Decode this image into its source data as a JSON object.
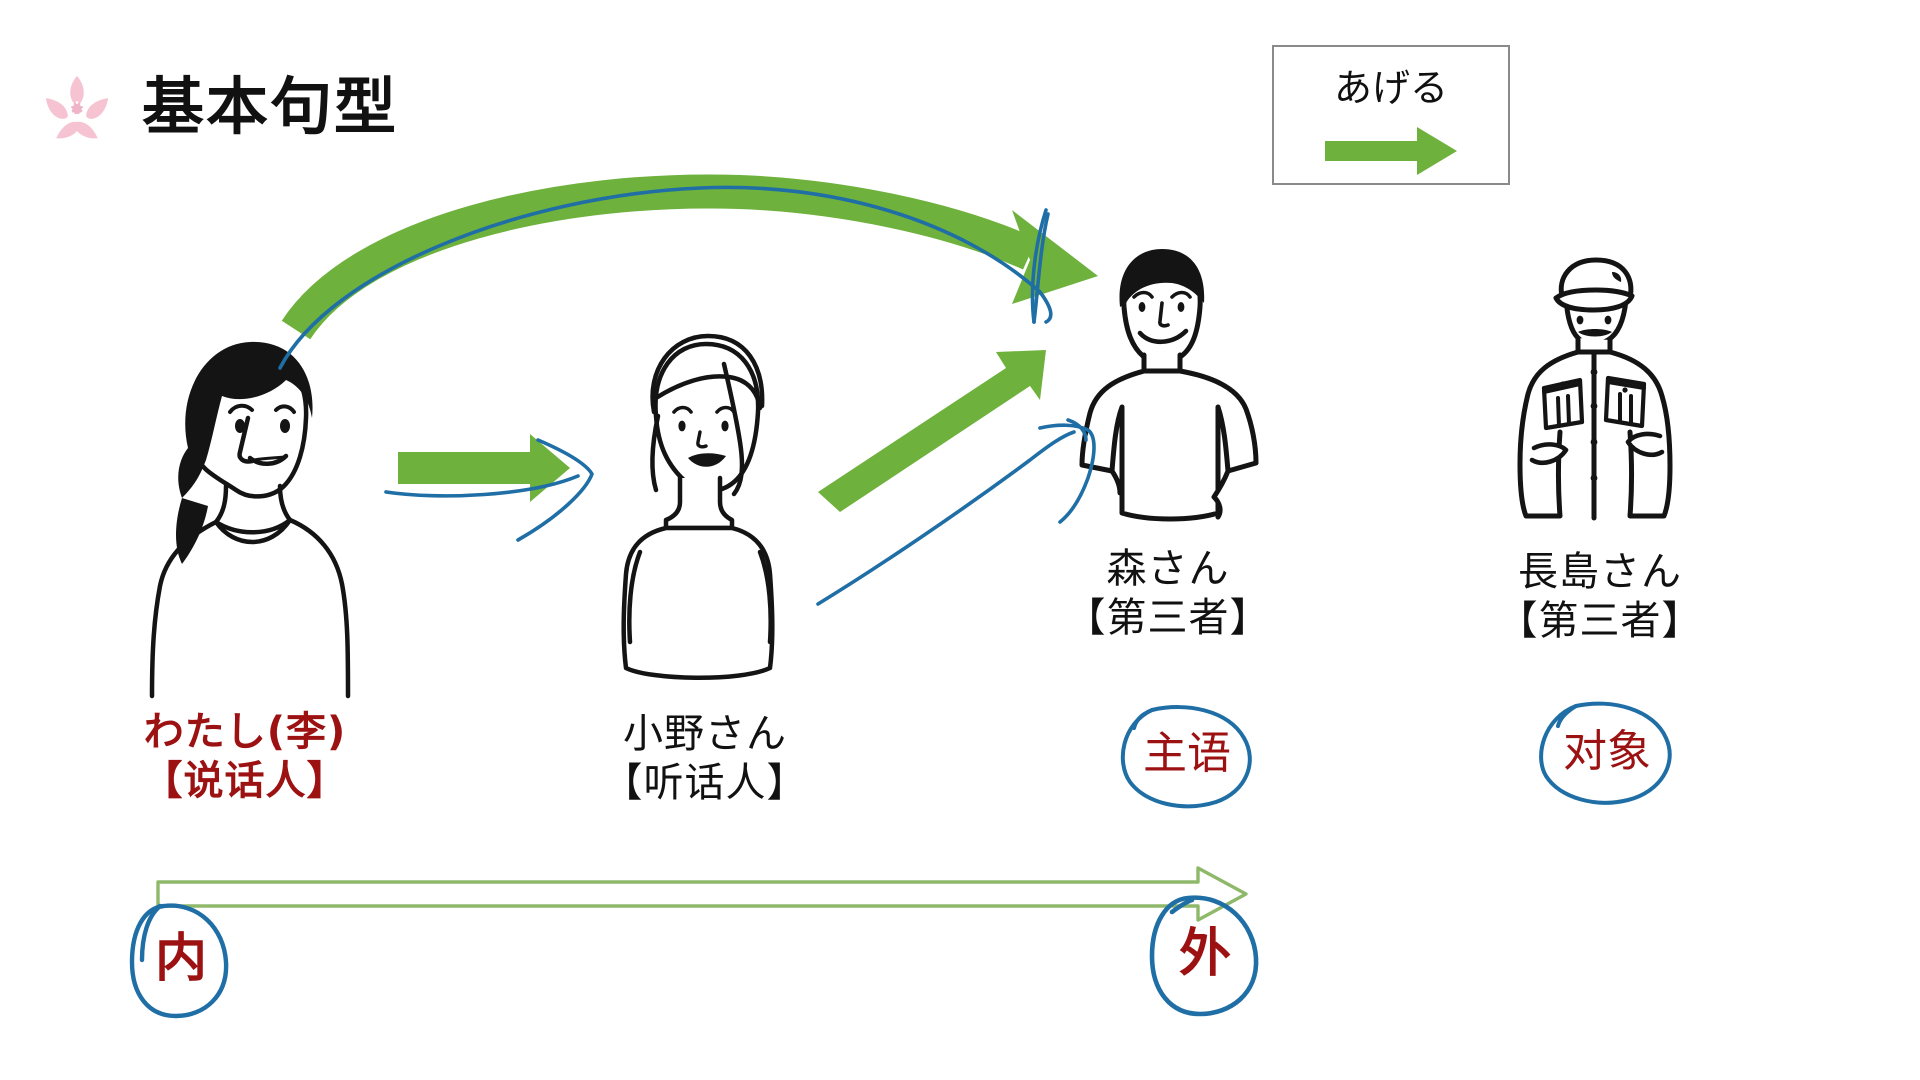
{
  "slide": {
    "title": "基本句型",
    "sakura_icon": "sakura-flower-icon",
    "background_color": "#ffffff"
  },
  "legend": {
    "label": "あげる",
    "arrow_icon": "green-right-arrow-icon",
    "arrow_color": "#6eb13c",
    "border_color": "#8a8a8a"
  },
  "colors": {
    "green_arrow": "#6eb13c",
    "blue_ink": "#1f6ea5",
    "red_text": "#9c1111",
    "axis_green": "#8fb96a",
    "sakura_pink": "#f6c3d3"
  },
  "people": [
    {
      "id": "person-watashi",
      "art": "woman-short-dark-hair-line-art",
      "name": "わたし(李)",
      "role": "【说话人】",
      "text_color": "#9c1111"
    },
    {
      "id": "person-ono",
      "art": "woman-long-light-hair-turtleneck-line-art",
      "name": "小野さん",
      "role": "【听话人】",
      "text_color": "#111111"
    },
    {
      "id": "person-mori",
      "art": "man-tshirt-hand-on-hip-line-art",
      "name": "森さん",
      "role": "【第三者】",
      "text_color": "#111111"
    },
    {
      "id": "person-nagashima",
      "art": "older-man-cap-mustache-uniform-line-art",
      "name": "長島さん",
      "role": "【第三者】",
      "text_color": "#111111"
    }
  ],
  "annotations": {
    "subject": "主语",
    "object": "对象",
    "inside": "内",
    "outside": "外"
  },
  "arrows": [
    {
      "id": "arrow-watashi-to-mori",
      "style": "thick-green-curved",
      "from": "person-watashi",
      "to": "person-mori"
    },
    {
      "id": "arrow-watashi-to-ono",
      "style": "thick-green-straight",
      "from": "person-watashi",
      "to": "person-ono"
    },
    {
      "id": "arrow-ono-to-mori",
      "style": "thick-green-diagonal",
      "from": "person-ono",
      "to": "person-mori"
    }
  ],
  "ink_overlays": [
    {
      "id": "ink-curve-watashi-to-mori",
      "style": "hand-drawn-blue-curve"
    },
    {
      "id": "ink-arrow-watashi-to-ono",
      "style": "hand-drawn-blue-arrow"
    },
    {
      "id": "ink-arrow-to-mori",
      "style": "hand-drawn-blue-arrow"
    }
  ],
  "axis": {
    "id": "inside-outside-axis",
    "style": "thin-green-outlined-right-arrow",
    "left_label": "内",
    "right_label": "外"
  }
}
